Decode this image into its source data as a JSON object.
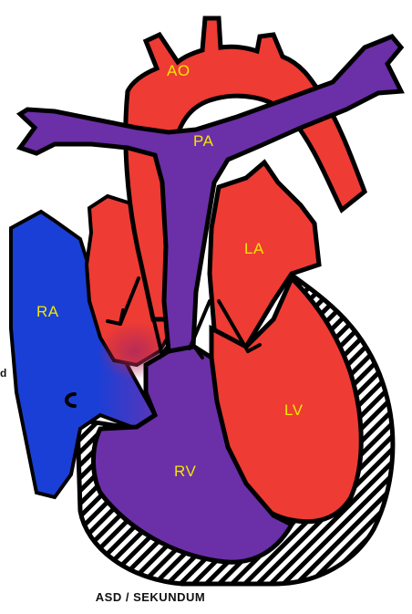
{
  "diagram": {
    "labels": {
      "ao": "AO",
      "pa": "PA",
      "la": "LA",
      "ra": "RA",
      "lv": "LV",
      "rv": "RV"
    },
    "side_text": "d",
    "caption": "ASD / SEKUNDUM"
  },
  "colors": {
    "oxygenated": "#ee3b34",
    "deoxygenated": "#6b2fa8",
    "right_atrium": "#1a3fd6",
    "outline": "#000000",
    "muscle_hatch": "#000000"
  }
}
